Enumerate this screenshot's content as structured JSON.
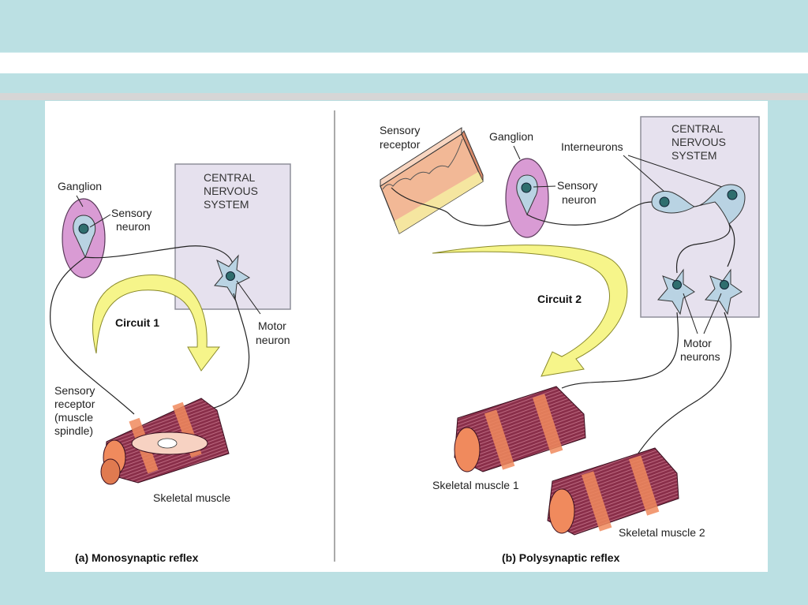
{
  "slide": {
    "colors": {
      "background": "#bbe0e3",
      "title_band": "#ffffff",
      "separator": "#d6d6d6",
      "panel": "#ffffff",
      "cns_box": "#e6e1ee",
      "ganglion": "#d99bd4",
      "neuron": "#b9d3e3",
      "nucleus": "#2f6e6e",
      "arrow": "#f6f58a",
      "muscle": "#8a2f4a",
      "muscle_band": "#f08a5d"
    }
  },
  "diagram": {
    "left": {
      "caption": "(a) Monosynaptic reflex",
      "cns_label": [
        "CENTRAL",
        "NERVOUS",
        "SYSTEM"
      ],
      "ganglion_label": "Ganglion",
      "sensory_neuron_label": [
        "Sensory",
        "neuron"
      ],
      "motor_neuron_label": [
        "Motor",
        "neuron"
      ],
      "circuit_label": "Circuit 1",
      "receptor_label": [
        "Sensory",
        "receptor",
        "(muscle",
        "spindle)"
      ],
      "muscle_label": "Skeletal muscle"
    },
    "right": {
      "caption": "(b) Polysynaptic reflex",
      "cns_label": [
        "CENTRAL",
        "NERVOUS",
        "SYSTEM"
      ],
      "receptor_label": [
        "Sensory",
        "receptor"
      ],
      "ganglion_label": "Ganglion",
      "interneurons_label": "Interneurons",
      "sensory_neuron_label": [
        "Sensory",
        "neuron"
      ],
      "circuit_label": "Circuit 2",
      "motor_neurons_label": [
        "Motor",
        "neurons"
      ],
      "muscle1_label": "Skeletal muscle 1",
      "muscle2_label": "Skeletal muscle 2"
    }
  }
}
